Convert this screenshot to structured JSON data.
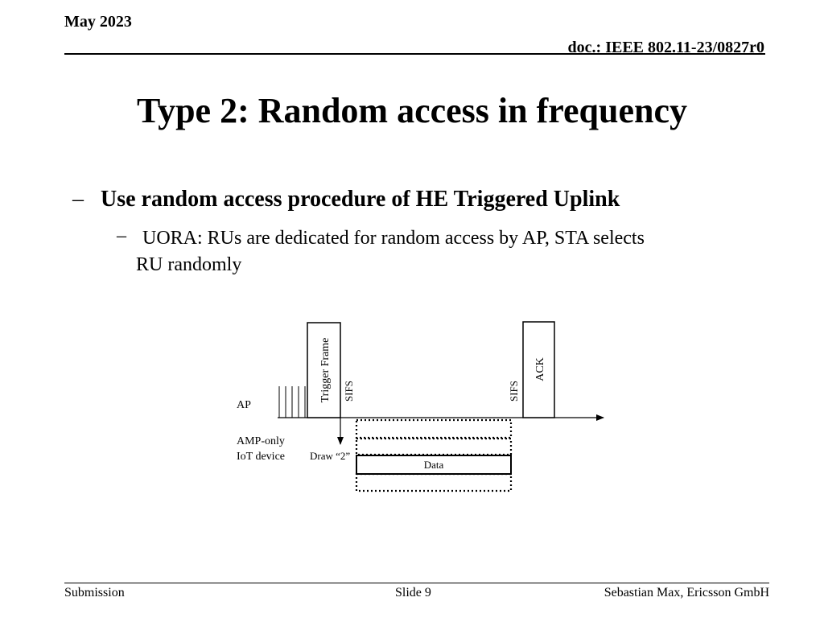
{
  "header": {
    "date": "May 2023",
    "doc_id": "doc.: IEEE 802.11-23/0827r0"
  },
  "title": "Type 2: Random access in frequency",
  "bullets": {
    "level1_dash": "–",
    "level1": "Use random access procedure of HE Triggered Uplink",
    "level2_dash": "–",
    "level2_line1": "UORA: RUs are dedicated for random access by AP, STA selects",
    "level2_line2": "RU randomly"
  },
  "diagram": {
    "ap_label": "AP",
    "device_label_line1": "AMP-only",
    "device_label_line2": "IoT device",
    "trigger_frame_label": "Trigger Frame",
    "sifs_left_label": "SIFS",
    "sifs_right_label": "SIFS",
    "ack_label": "ACK",
    "draw_label": "Draw “2”",
    "data_label": "Data"
  },
  "footer": {
    "left": "Submission",
    "center": "Slide 9",
    "right": "Sebastian Max, Ericsson GmbH"
  }
}
